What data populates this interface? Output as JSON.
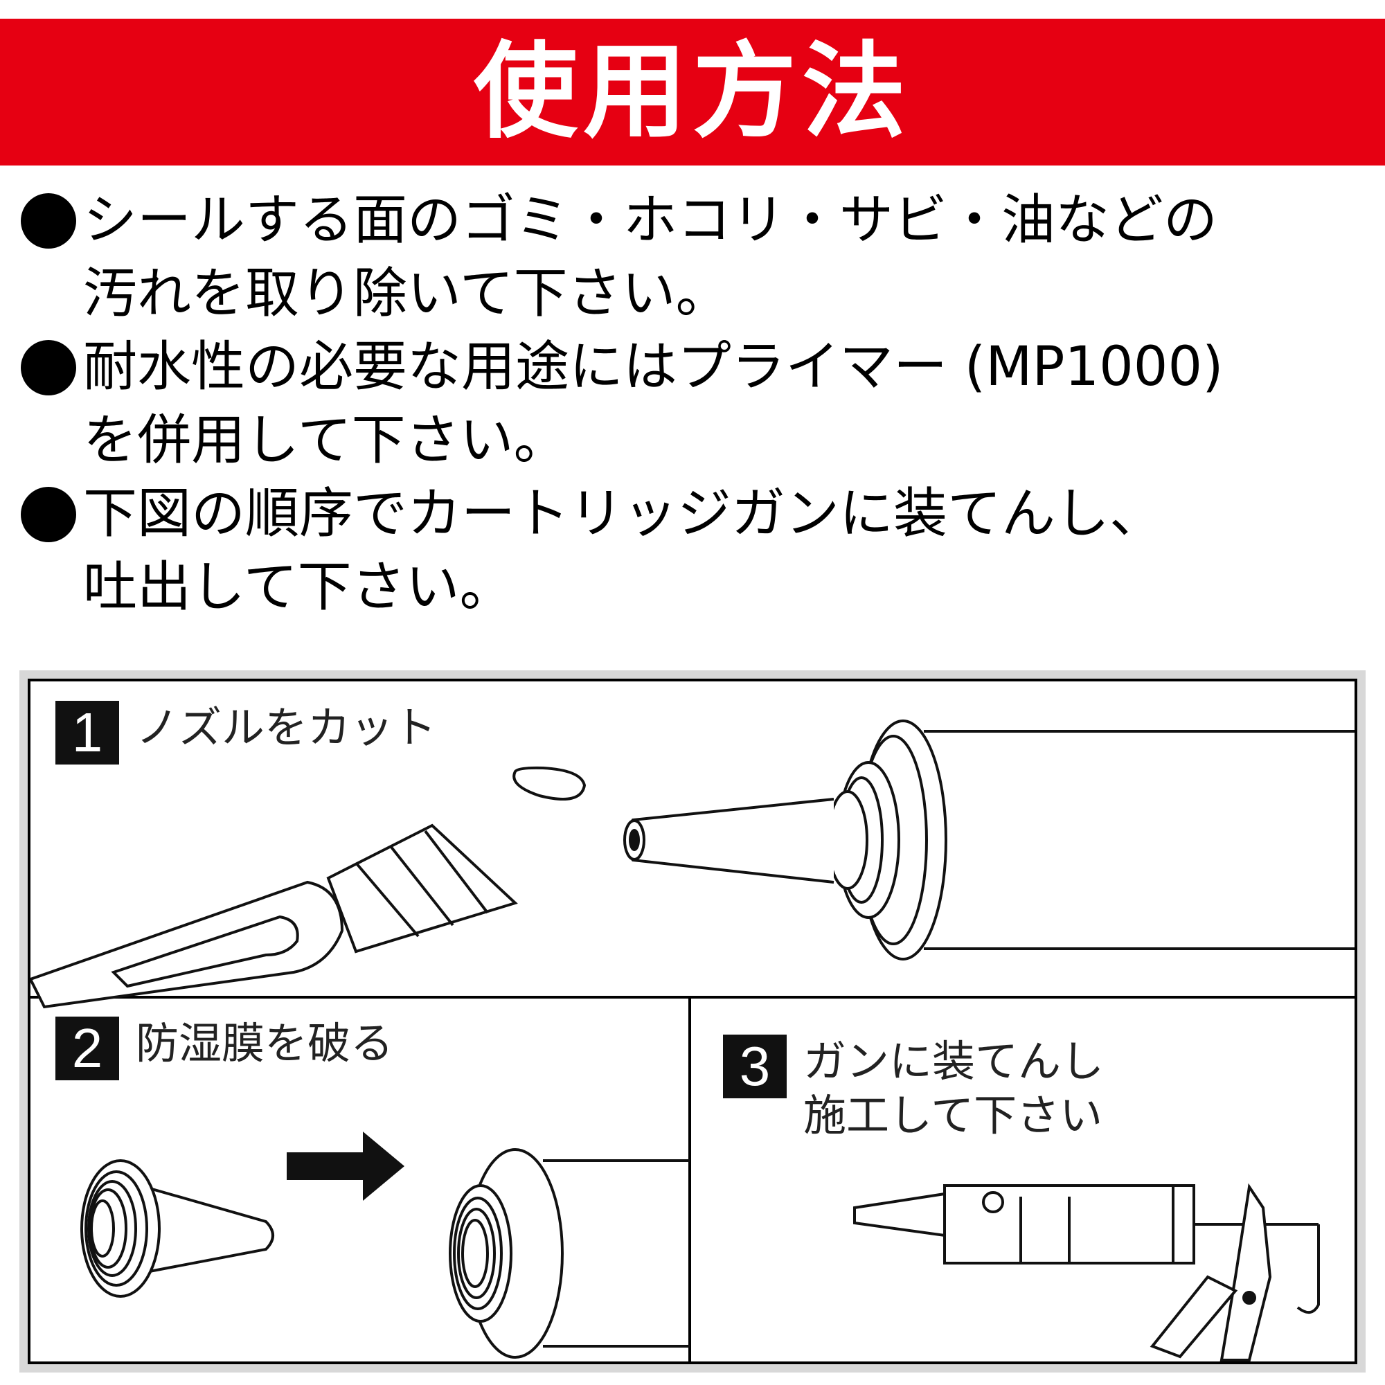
{
  "header": {
    "title": "使用方法",
    "background_color": "#e60012",
    "text_color": "#ffffff"
  },
  "instructions": [
    {
      "lines": [
        "シールする面のゴミ・ホコリ・サビ・油などの",
        "汚れを取り除いて下さい。"
      ]
    },
    {
      "lines": [
        "耐水性の必要な用途にはプライマー (MP1000)",
        "を併用して下さい。"
      ]
    },
    {
      "lines": [
        "下図の順序でカートリッジガンに装てんし、",
        "吐出して下さい。"
      ]
    }
  ],
  "steps": [
    {
      "number": "1",
      "lines": [
        "ノズルをカット"
      ]
    },
    {
      "number": "2",
      "lines": [
        "防湿膜を破る"
      ]
    },
    {
      "number": "3",
      "lines": [
        "ガンに装てんし",
        "施工して下さい"
      ]
    }
  ],
  "icons": {
    "bullet": "black-circle-bullet",
    "step1": "cutter-knife-and-nozzle-illustration",
    "step2": "nozzle-to-cartridge-arrow-illustration",
    "step3": "caulking-gun-illustration"
  }
}
